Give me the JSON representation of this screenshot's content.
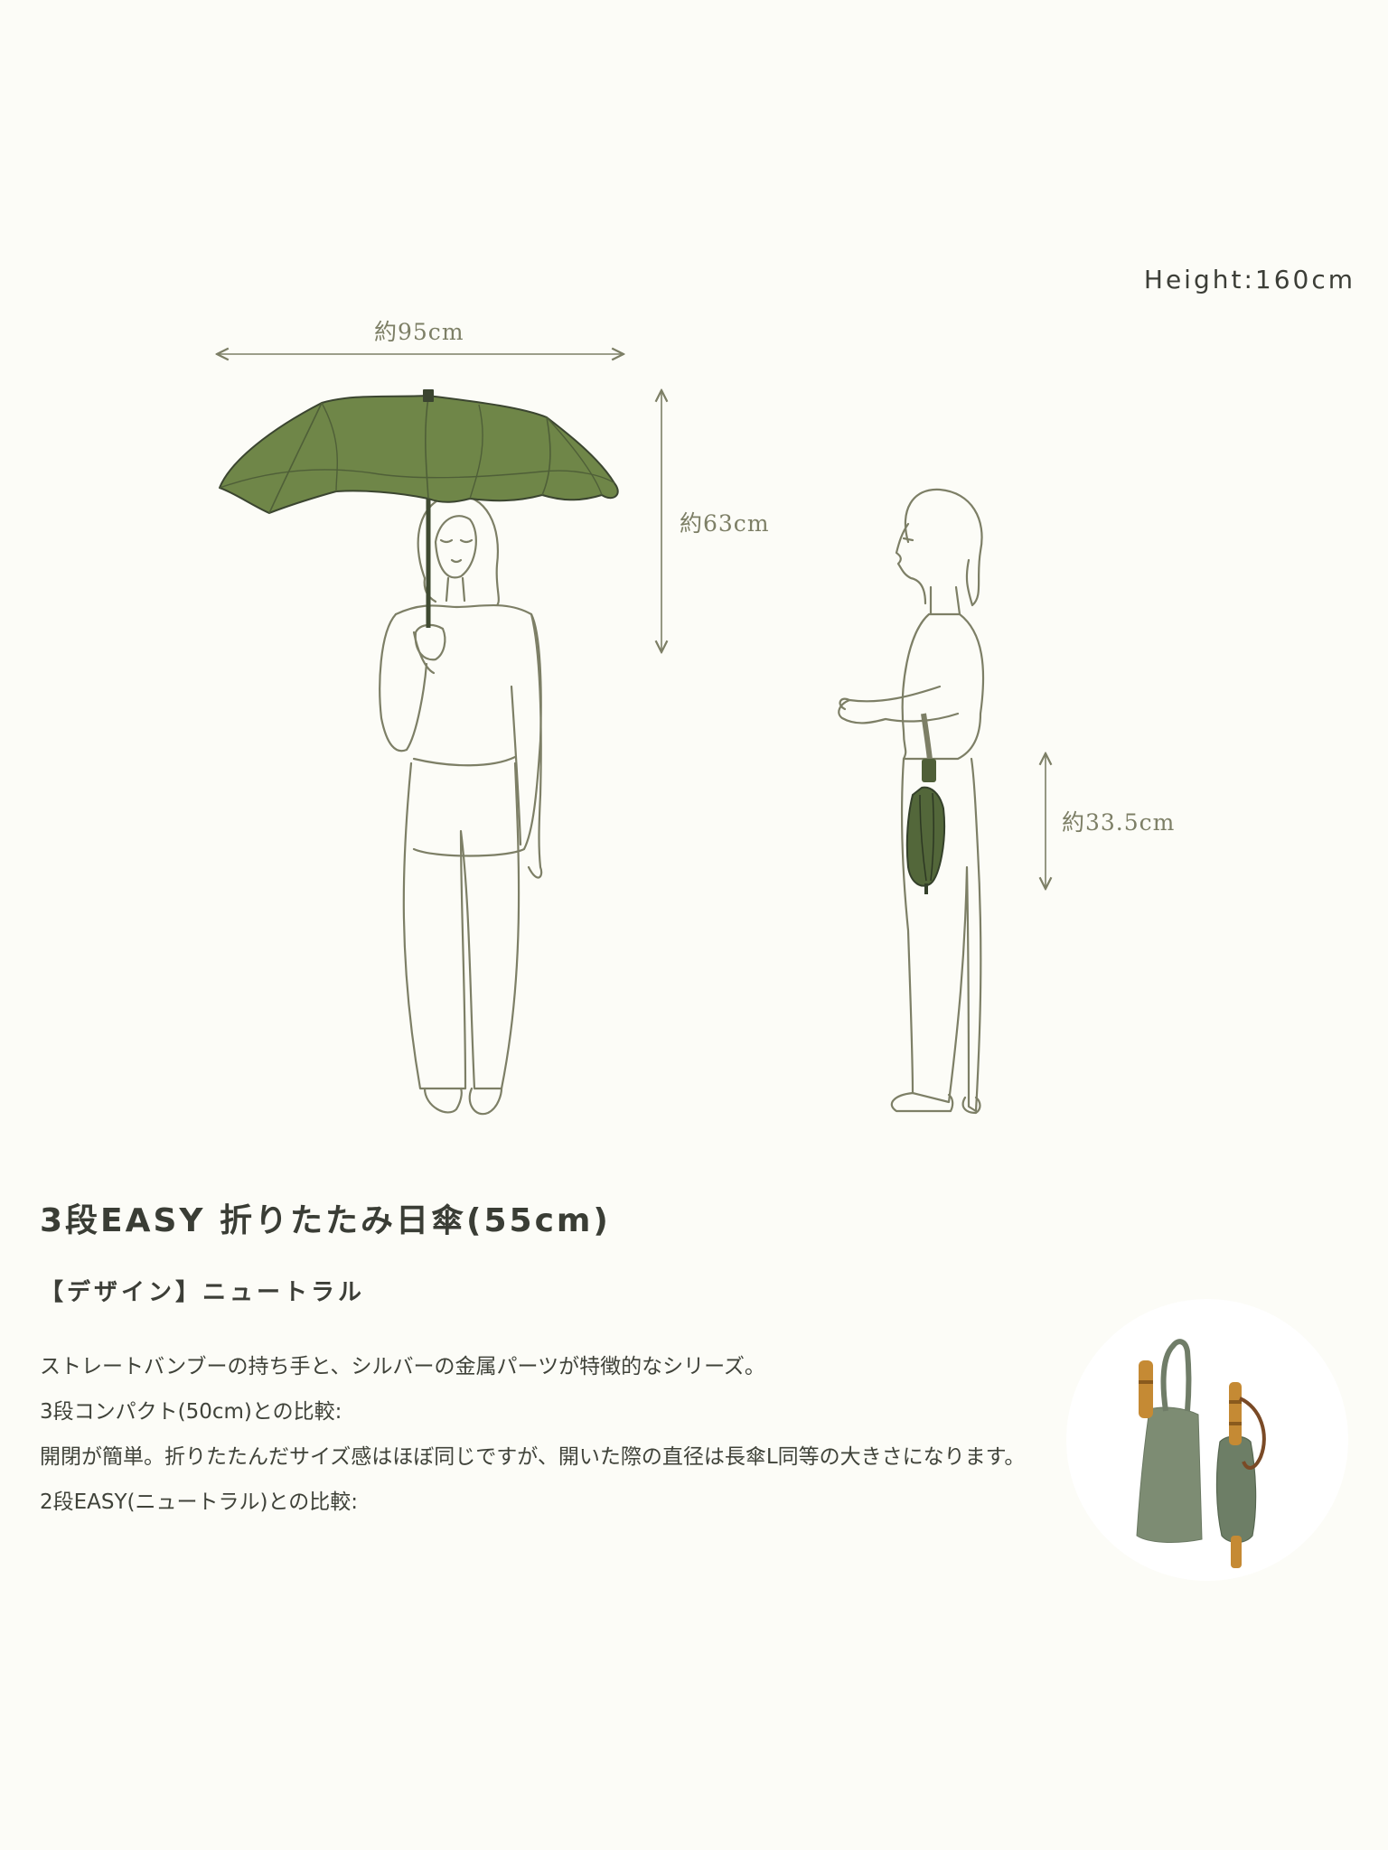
{
  "header": {
    "height_label": "Height:160cm"
  },
  "dimensions": {
    "open_width": "約95cm",
    "open_height": "約63cm",
    "folded_length": "約33.5cm"
  },
  "colors": {
    "canopy": "#6f8648",
    "line": "#7d7f66",
    "background": "#fcfcf7",
    "text": "#3f4239",
    "folded_cover": "#7d8c73"
  },
  "product": {
    "title": "3段EASY 折りたたみ日傘(55cm)",
    "design_label": "【デザイン】ニュートラル",
    "description": [
      "ストレートバンブーの持ち手と、シルバーの金属パーツが特徴的なシリーズ。",
      "3段コンパクト(50cm)との比較:",
      "開閉が簡単。折りたたんだサイズ感はほぼ同じですが、開いた際の直径は長傘L同等の大きさになります。",
      "2段EASY(ニュートラル)との比較:"
    ]
  }
}
